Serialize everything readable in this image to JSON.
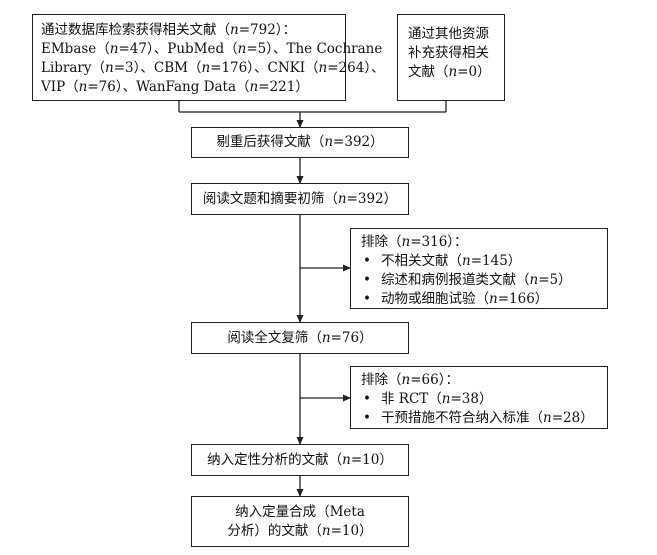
{
  "boxes": {
    "db_search": {
      "lines": [
        [
          "通过数据库检索获得相关文献（",
          "n",
          "=792）："
        ],
        [
          "EMbase（",
          "n",
          "=47）、PubMed（",
          "n",
          "=5）、The Cochrane"
        ],
        [
          "Library（",
          "n",
          "=3）、CBM（",
          "n",
          "=176）、CNKI（",
          "n",
          "=264）、"
        ],
        [
          "VIP（",
          "n",
          "=76）、WanFang Data（",
          "n",
          "=221）"
        ]
      ]
    },
    "other_sources": {
      "lines": [
        [
          "通过其他资源"
        ],
        [
          "补充获得相关"
        ],
        [
          "文献（",
          "n",
          "=0）"
        ]
      ]
    },
    "dedup": {
      "pre": "剔重后获得文献（",
      "n": "n",
      "post": "=392）"
    },
    "screen": {
      "pre": "阅读文题和摘要初筛（",
      "n": "n",
      "post": "=392）"
    },
    "exclude1": {
      "title_pre": "排除（",
      "n": "n",
      "title_post": "=316）：",
      "bullet": "•",
      "items": [
        {
          "pre": "不相关文献（",
          "n": "n",
          "post": "=145）"
        },
        {
          "pre": "综述和病例报道类文献（",
          "n": "n",
          "post": "=5）"
        },
        {
          "pre": "动物或细胞试验（",
          "n": "n",
          "post": "=166）"
        }
      ]
    },
    "fulltext": {
      "pre": "阅读全文复筛（",
      "n": "n",
      "post": "=76）"
    },
    "exclude2": {
      "title_pre": "排除（",
      "n": "n",
      "title_post": "=66）：",
      "bullet": "•",
      "items": [
        {
          "pre": "非 RCT（",
          "n": "n",
          "post": "=38）"
        },
        {
          "pre": "干预措施不符合纳入标准（",
          "n": "n",
          "post": "=28）"
        }
      ]
    },
    "qualitative": {
      "pre": "纳入定性分析的文献（",
      "n": "n",
      "post": "=10）"
    },
    "meta": {
      "line1": "纳入定量合成（Meta",
      "line2_pre": "分析）的文献（",
      "n": "n",
      "line2_post": "=10）"
    }
  }
}
